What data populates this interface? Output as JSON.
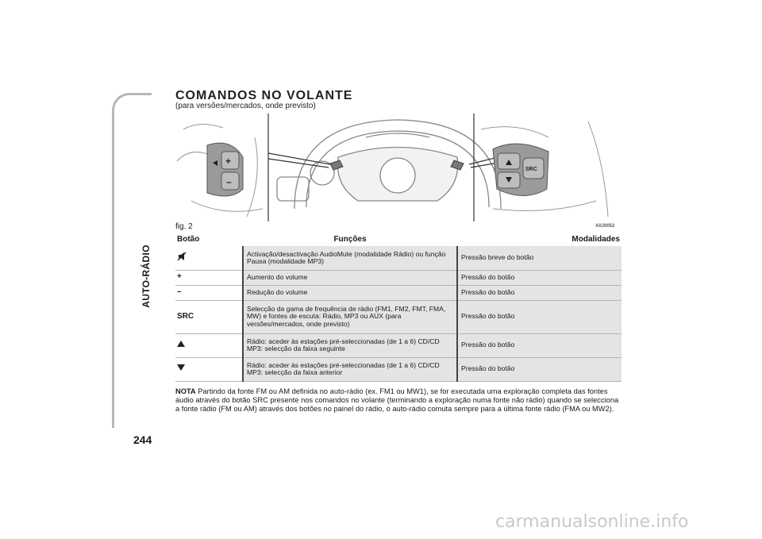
{
  "side_label": "AUTO-RÁDIO",
  "page_number": "244",
  "title": "COMANDOS NO VOLANTE",
  "subtitle": "(para versões/mercados, onde previsto)",
  "figure": {
    "label": "fig. 2",
    "code": "A0J0052",
    "left_panel_buttons": [
      "+",
      "–"
    ],
    "right_panel_label": "SRC"
  },
  "table": {
    "headers": [
      "Botão",
      "Funções",
      "Modalidades"
    ],
    "rows": [
      {
        "button": "",
        "icon": "mute-icon",
        "function": "Activação/desactivação AudioMute (modalidade Rádio) ou função Pausa (modalidade MP3)",
        "mode": "Pressão breve do botão"
      },
      {
        "button": "+",
        "function": "Aumento do volume",
        "mode": "Pressão do botão"
      },
      {
        "button": "–",
        "function": "Redução do volume",
        "mode": "Pressão do botão"
      },
      {
        "button": "SRC",
        "function": "Selecção da gama de frequência de rádio (FM1, FM2, FMT, FMA, MW) e fontes de escuta: Rádio, MP3 ou AUX (para versões/mercados, onde previsto)",
        "mode": "Pressão do botão"
      },
      {
        "button": "",
        "icon": "arrow-up-icon",
        "function": "Rádio: aceder às estações pré-seleccionadas (de 1 a 6) CD/CD MP3: selecção da faixa seguinte",
        "mode": "Pressão do botão"
      },
      {
        "button": "",
        "icon": "arrow-down-icon",
        "function": "Rádio: aceder às estações pré-seleccionadas (de 1 a 6) CD/CD MP3: selecção da faixa anterior",
        "mode": "Pressão do botão"
      }
    ]
  },
  "note": {
    "label": "NOTA",
    "text": "Partindo da fonte FM ou AM definida no auto-rádio (ex. FM1 ou MW1), se for executada uma exploração completa das fontes áudio através do botão SRC presente nos comandos no volante (terminando a exploração numa fonte não rádio) quando se selecciona a fonte rádio (FM ou AM) através dos botões no painel do rádio, o auto-rádio comuta sempre para a última fonte rádio (FMA ou MW2)."
  },
  "watermark": "carmanualsonline.info"
}
